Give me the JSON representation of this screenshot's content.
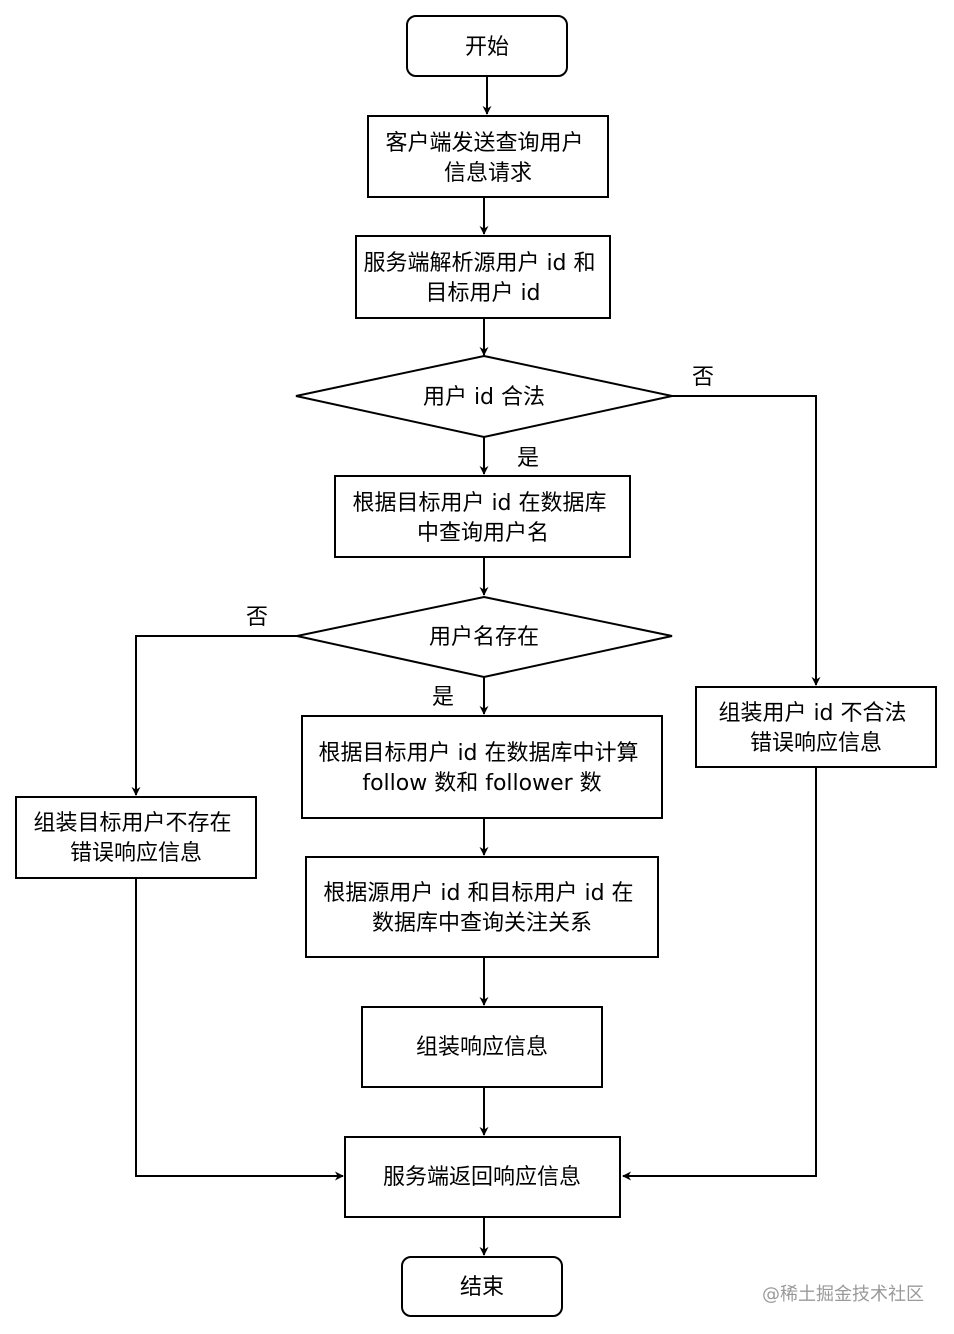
{
  "nodes": {
    "start": [
      "开始"
    ],
    "send_request": [
      "客户端发送查询用户",
      "信息请求"
    ],
    "parse_ids": [
      "服务端解析源用户 id 和",
      "目标用户 id"
    ],
    "check_id_valid": [
      "用户 id 合法"
    ],
    "query_username": [
      "根据目标用户 id 在数据库",
      "中查询用户名"
    ],
    "check_user_exists": [
      "用户名存在"
    ],
    "id_invalid_error": [
      "组装用户 id 不合法",
      "错误响应信息"
    ],
    "calc_follow": [
      "根据目标用户 id 在数据库中计算",
      "follow 数和 follower 数"
    ],
    "user_not_exist_error": [
      "组装目标用户不存在",
      "错误响应信息"
    ],
    "query_relation": [
      "根据源用户 id 和目标用户 id 在",
      "数据库中查询关注关系"
    ],
    "assemble_response": [
      "组装响应信息"
    ],
    "return_response": [
      "服务端返回响应信息"
    ],
    "end": [
      "结束"
    ]
  },
  "edge_labels": {
    "id_valid_no": "否",
    "id_valid_yes": "是",
    "user_exists_no": "否",
    "user_exists_yes": "是"
  },
  "watermark": "@稀土掘金技术社区"
}
